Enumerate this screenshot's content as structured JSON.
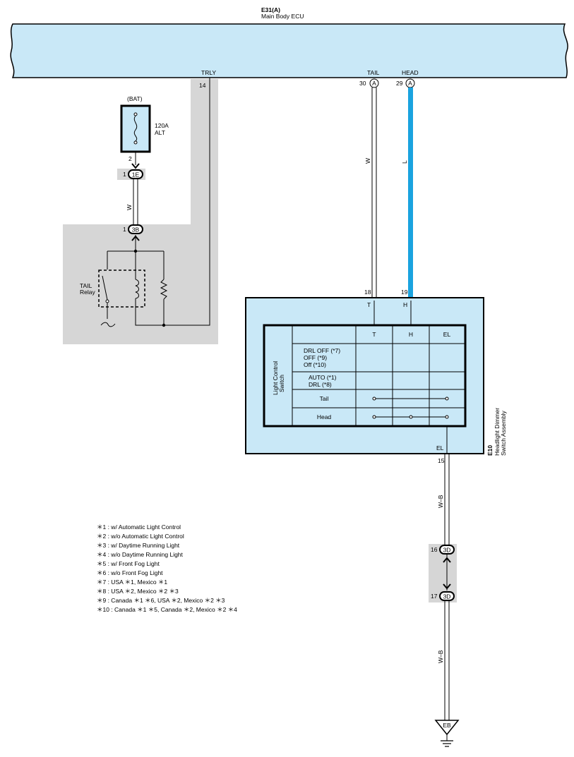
{
  "ecu": {
    "code": "E31(A)",
    "name": "Main Body ECU",
    "pins": [
      {
        "label": "TRLY",
        "num": "14",
        "conn": ""
      },
      {
        "label": "TAIL",
        "num": "30",
        "conn": "A"
      },
      {
        "label": "HEAD",
        "num": "29",
        "conn": "A"
      }
    ]
  },
  "battery": {
    "label": "(BAT)",
    "fuse_rating": "120A",
    "fuse_name": "ALT",
    "pin_num": "2"
  },
  "connectors": {
    "c1e": {
      "pin": "1",
      "code": "1E"
    },
    "c3b": {
      "pin": "1",
      "code": "3B"
    },
    "c3d_top": {
      "pin": "16",
      "code": "3D"
    },
    "c3d_bottom": {
      "pin": "17",
      "code": "3D"
    }
  },
  "relay": {
    "name": "TAIL",
    "sub": "Relay"
  },
  "wires": {
    "bat_to_relay": "W",
    "tail": "W",
    "head": "L",
    "ground_upper": "W–B",
    "ground_lower": "W–B"
  },
  "switch_assembly": {
    "code": "E10",
    "name_line1": "Headlight Dimmer",
    "name_line2": "Switch Assembly",
    "pins": [
      {
        "num": "18",
        "term": "T"
      },
      {
        "num": "19",
        "term": "H"
      }
    ],
    "el_label": "EL",
    "el_pin": "15"
  },
  "switch_table": {
    "side_label_1": "Light Control",
    "side_label_2": "Switch",
    "headers": [
      "T",
      "H",
      "EL"
    ],
    "rows": [
      {
        "lines": [
          "DRL OFF (*7)",
          "OFF (*9)",
          "Off (*10)"
        ]
      },
      {
        "lines": [
          "AUTO (*1)",
          "DRL (*8)"
        ]
      },
      {
        "lines": [
          "Tail"
        ]
      },
      {
        "lines": [
          "Head"
        ]
      }
    ]
  },
  "ground": {
    "code": "EB"
  },
  "notes": [
    "＊1 : w/ Automatic Light Control",
    "＊2 : w/o Automatic Light Control",
    "＊3 : w/ Daytime Running Light",
    "＊4 : w/o Daytime Running Light",
    "＊5 : w/ Front Fog Light",
    "＊6 : w/o Front Fog Light",
    "＊7 : USA ＊1,  Mexico ＊1",
    "＊8 : USA ＊2,  Mexico ＊2 ＊3",
    "＊9 : Canada ＊1 ＊6,  USA ＊2,  Mexico ＊2 ＊3",
    "＊10 : Canada ＊1 ＊5,  Canada ＊2,  Mexico ＊2 ＊4"
  ],
  "colors": {
    "ecu_fill": "#c9e8f7",
    "head_wire": "#1aa3df",
    "gray_zone": "#d6d6d6"
  }
}
